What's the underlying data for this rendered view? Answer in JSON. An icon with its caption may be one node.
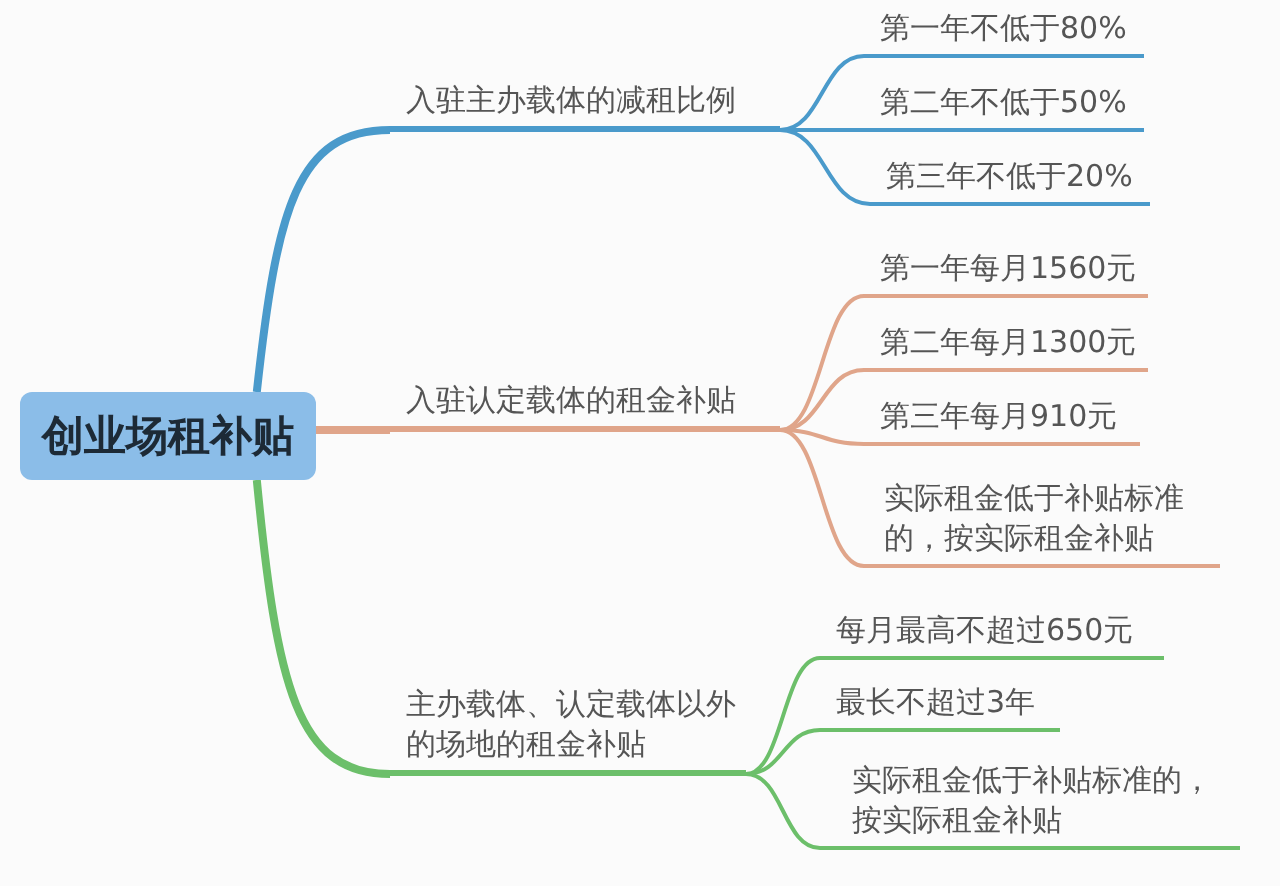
{
  "diagram": {
    "nodes": [
      {
        "text": [
          "创业场租补贴"
        ]
      },
      {
        "text": [
          "入驻主办载体的减租比例"
        ]
      },
      {
        "text": [
          "第一年不低于80%"
        ]
      },
      {
        "text": [
          "第二年不低于50%"
        ]
      },
      {
        "text": [
          "第三年不低于20%"
        ]
      },
      {
        "text": [
          "入驻认定载体的租金补贴"
        ]
      },
      {
        "text": [
          "第一年每月1560元"
        ]
      },
      {
        "text": [
          "第二年每月1300元"
        ]
      },
      {
        "text": [
          "第三年每月910元"
        ]
      },
      {
        "text": [
          "实际租金低于补贴标准的，按实际租金补贴"
        ]
      },
      {
        "text": [
          "主办载体、认定载体以外的场地的租金补贴"
        ]
      },
      {
        "text": [
          "每月最高不超过650元"
        ]
      },
      {
        "text": [
          "最长不超过3年"
        ]
      },
      {
        "text": [
          "实际租金低于补贴标准的，按实际租金补贴"
        ]
      }
    ],
    "edges": [
      {
        "from": 0,
        "to": 1,
        "arrow": "none",
        "style": "thick",
        "color": "#4a9acb"
      },
      {
        "from": 1,
        "to": 2,
        "arrow": "none",
        "color": "#4a9acb"
      },
      {
        "from": 1,
        "to": 3,
        "arrow": "none",
        "color": "#4a9acb"
      },
      {
        "from": 1,
        "to": 4,
        "arrow": "none",
        "color": "#4a9acb"
      },
      {
        "from": 0,
        "to": 5,
        "arrow": "none",
        "style": "thick",
        "color": "#e0a58a"
      },
      {
        "from": 5,
        "to": 6,
        "arrow": "none",
        "color": "#e0a58a"
      },
      {
        "from": 5,
        "to": 7,
        "arrow": "none",
        "color": "#e0a58a"
      },
      {
        "from": 5,
        "to": 8,
        "arrow": "none",
        "color": "#e0a58a"
      },
      {
        "from": 5,
        "to": 9,
        "arrow": "none",
        "color": "#e0a58a"
      },
      {
        "from": 0,
        "to": 10,
        "arrow": "none",
        "style": "thick",
        "color": "#6cbf6a"
      },
      {
        "from": 10,
        "to": 11,
        "arrow": "none",
        "color": "#6cbf6a"
      },
      {
        "from": 10,
        "to": 12,
        "arrow": "none",
        "color": "#6cbf6a"
      },
      {
        "from": 10,
        "to": 13,
        "arrow": "none",
        "color": "#6cbf6a"
      }
    ]
  }
}
